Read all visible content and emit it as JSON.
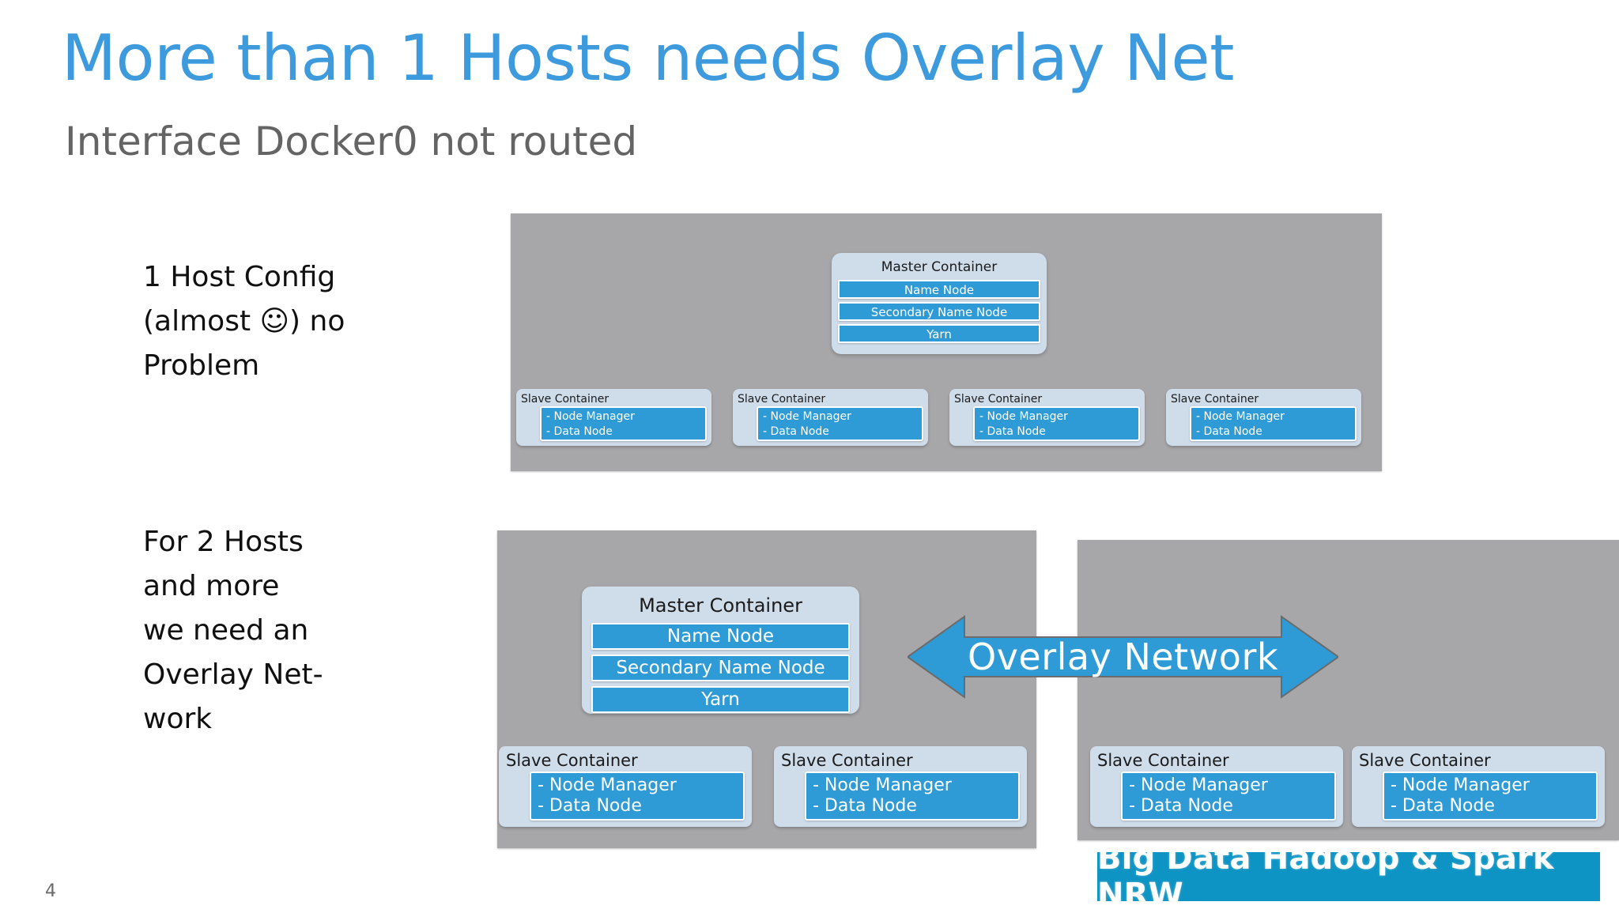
{
  "slide": {
    "title": "More than 1 Hosts needs Overlay Net",
    "subtitle": "Interface Docker0 not routed",
    "page_number": "4",
    "banner": "Big Data Hadoop & Spark NRW",
    "colors": {
      "title_blue": "#3d9bdd",
      "subtitle_gray": "#646464",
      "host_panel_gray": "#a7a7a9",
      "container_light_blue": "#cfdcea",
      "node_blue": "#2e9bd6",
      "banner_blue": "#0d93c4",
      "arrow_blue": "#2e9bd6"
    }
  },
  "captions": {
    "one_host": "1 Host Config\n(almost ☺) no\nProblem",
    "two_hosts": "For 2 Hosts\nand more\nwe need an\nOverlay Net-\nwork"
  },
  "diagrams": {
    "one_host": {
      "master": {
        "title": "Master Container",
        "nodes": [
          "Name Node",
          "Secondary Name Node",
          "Yarn"
        ]
      },
      "slaves": [
        {
          "title": "Slave  Container",
          "services": "- Node Manager\n- Data Node"
        },
        {
          "title": "Slave  Container",
          "services": "- Node Manager\n- Data Node"
        },
        {
          "title": "Slave  Container",
          "services": "- Node Manager\n- Data Node"
        },
        {
          "title": "Slave  Container",
          "services": "- Node Manager\n- Data Node"
        }
      ]
    },
    "two_hosts_left": {
      "master": {
        "title": "Master Container",
        "nodes": [
          "Name Node",
          "Secondary Name Node",
          "Yarn"
        ]
      },
      "slaves": [
        {
          "title": "Slave  Container",
          "services": "- Node Manager\n- Data Node"
        },
        {
          "title": "Slave  Container",
          "services": "- Node Manager\n- Data Node"
        }
      ]
    },
    "two_hosts_right": {
      "slaves": [
        {
          "title": "Slave  Container",
          "services": "- Node Manager\n- Data Node"
        },
        {
          "title": "Slave  Container",
          "services": "- Node Manager\n- Data Node"
        }
      ]
    },
    "overlay_arrow": {
      "label": "Overlay Network"
    }
  }
}
